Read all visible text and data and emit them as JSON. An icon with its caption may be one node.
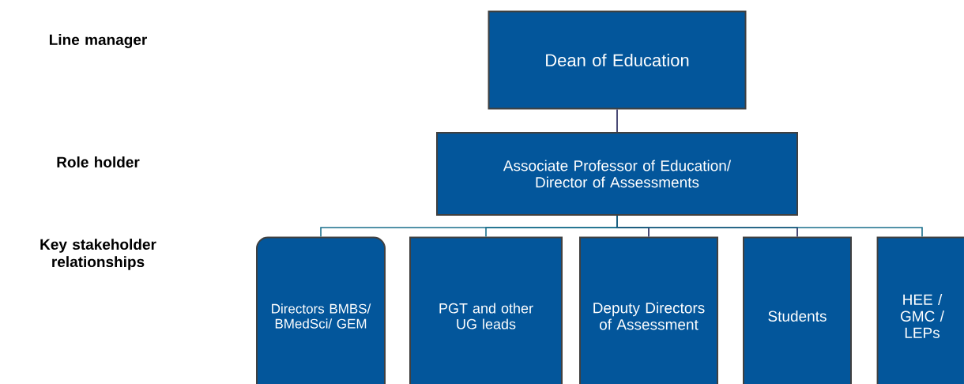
{
  "diagram": {
    "nodes": [
      {
        "text": [
          "Dean of Education"
        ]
      },
      {
        "text": [
          "Associate Professor of Education/ Director of Assessments"
        ]
      },
      {
        "text": [
          "Directors BMBS/ BMedSci/ GEM"
        ]
      },
      {
        "text": [
          "PGT and other UG leads"
        ]
      },
      {
        "text": [
          "Deputy Directors of Assessment"
        ]
      },
      {
        "text": [
          "Students"
        ]
      },
      {
        "text": [
          "HEE / GMC / LEPs"
        ]
      }
    ],
    "edges": [
      {
        "from": 0,
        "to": 1,
        "arrow": "none",
        "color": "#1f1f55"
      },
      {
        "from": 1,
        "to": 2,
        "arrow": "none",
        "color": "#1a6f8c"
      },
      {
        "from": 1,
        "to": 3,
        "arrow": "none",
        "color": "#1a6f8c"
      },
      {
        "from": 1,
        "to": 4,
        "arrow": "none",
        "color": "#1f1f55"
      },
      {
        "from": 1,
        "to": 5,
        "arrow": "none",
        "color": "#1f1f55"
      },
      {
        "from": 1,
        "to": 6,
        "arrow": "none",
        "color": "#1a6f8c"
      }
    ],
    "labels": [
      "Line manager",
      "Role holder",
      "Key stakeholder relationships"
    ]
  }
}
